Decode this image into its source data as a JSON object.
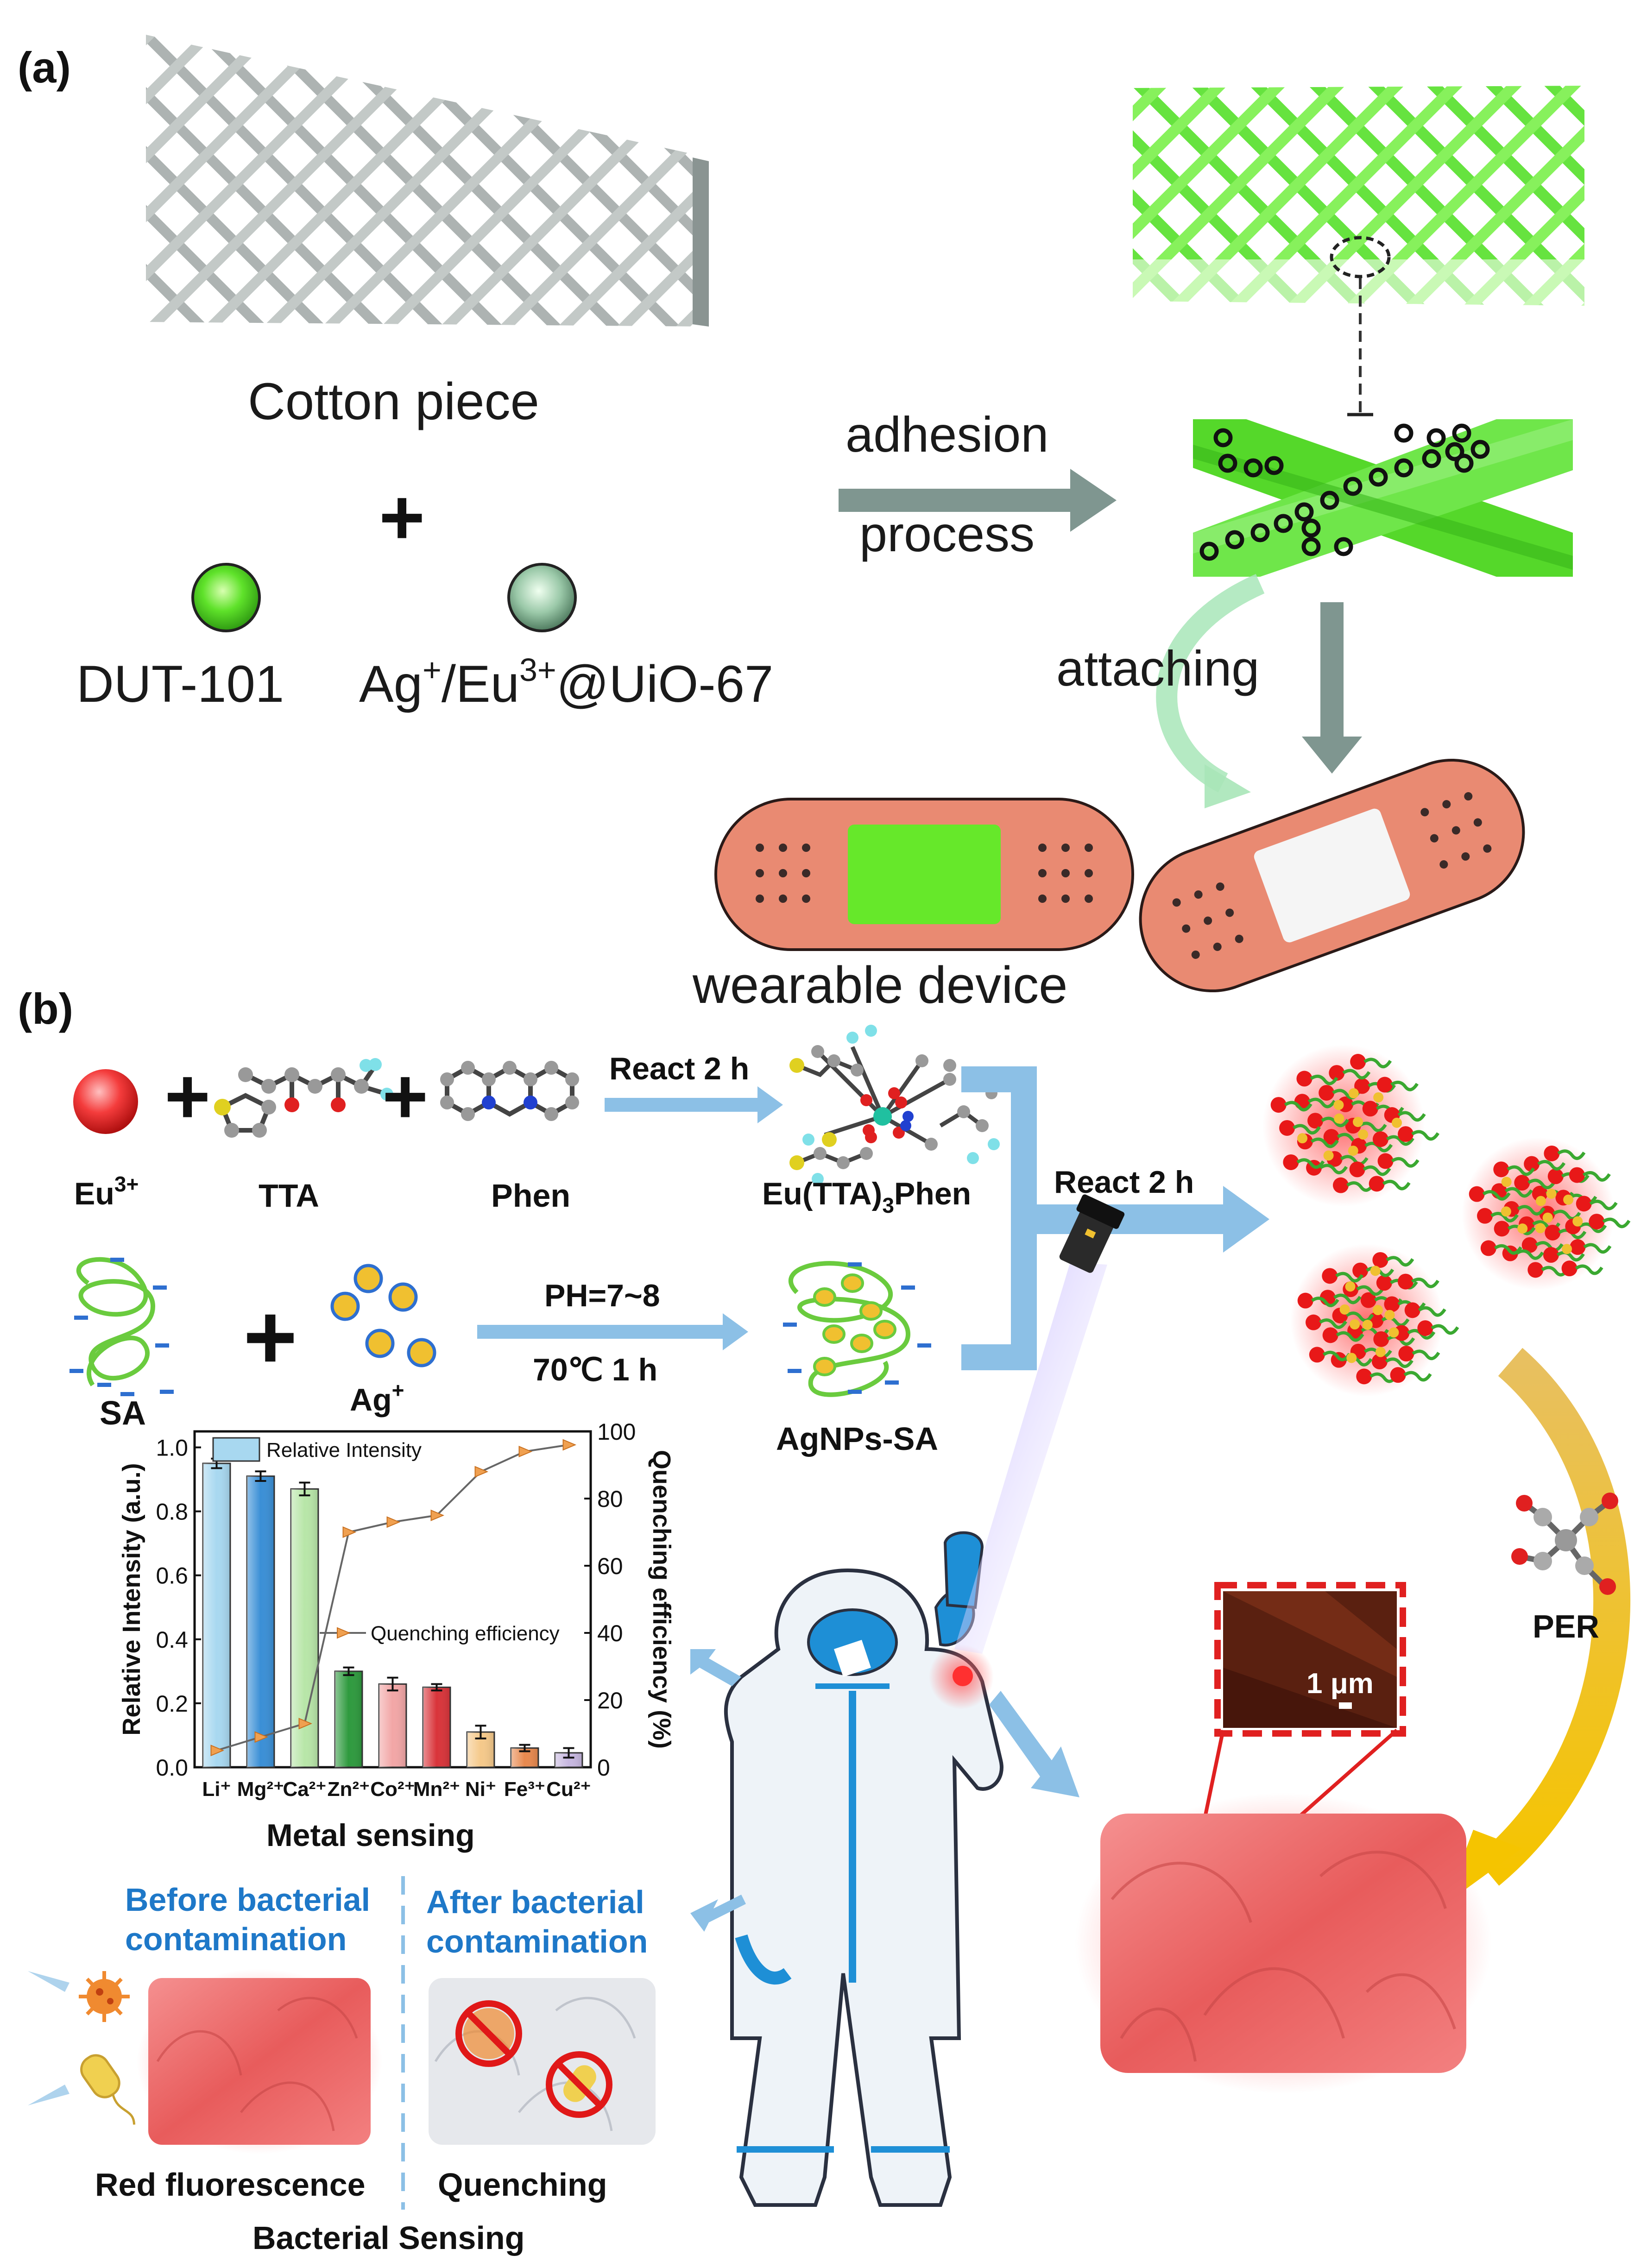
{
  "panel_a": {
    "label": "(a)",
    "cotton_piece": "Cotton piece",
    "plus": "+",
    "dut101": "DUT-101",
    "ag_eu_uio": {
      "pre": "Ag",
      "sup1": "+",
      "mid": "/Eu",
      "sup2": "3+",
      "post": "@UiO-67"
    },
    "adhesion_line1": "adhesion",
    "adhesion_line2": "process",
    "attaching": "attaching",
    "wearable_device": "wearable device"
  },
  "panel_b": {
    "label": "(b)",
    "eu_label": {
      "pre": "Eu",
      "sup": "3+"
    },
    "tta_label": "TTA",
    "phen_label": "Phen",
    "react_2h_first": "React 2 h",
    "complex_label": {
      "pre": "Eu(TTA)",
      "sub": "3",
      "post": "Phen"
    },
    "react_2h_second": "React 2 h",
    "sa_label": "SA",
    "ag_label": {
      "pre": "Ag",
      "sup": "+"
    },
    "ph_label": "PH=7~8",
    "temp_label": "70℃  1 h",
    "agnps_label": "AgNPs-SA",
    "per_label": "PER",
    "scale_label": "1 μm",
    "metal_sensing": "Metal sensing",
    "before_line1": "Before bacterial",
    "before_line2": "contamination",
    "after_line1": "After bacterial",
    "after_line2": "contamination",
    "red_fluorescence": "Red fluorescence",
    "quenching": "Quenching",
    "bacterial_sensing": "Bacterial Sensing"
  },
  "chart_data": {
    "type": "bar",
    "categories": [
      "Li⁺",
      "Mg²⁺",
      "Ca²⁺",
      "Zn²⁺",
      "Co²⁺",
      "Mn²⁺",
      "Ni⁺",
      "Fe³⁺",
      "Cu²⁺"
    ],
    "series": [
      {
        "name": "Relative Intensity",
        "values": [
          0.95,
          0.91,
          0.87,
          0.3,
          0.26,
          0.25,
          0.11,
          0.06,
          0.045
        ],
        "errors": [
          0.015,
          0.015,
          0.02,
          0.012,
          0.02,
          0.01,
          0.02,
          0.01,
          0.015
        ],
        "axis": "left"
      },
      {
        "name": "Quenching efficiency",
        "values": [
          5,
          9,
          13,
          70,
          73,
          75,
          88,
          94,
          96
        ],
        "axis": "right"
      }
    ],
    "bar_colors": [
      "#a8d8f0",
      "#3a8fd6",
      "#b8e6a8",
      "#2e9a3e",
      "#f2a6a6",
      "#d9343a",
      "#f5c98a",
      "#e8894e",
      "#c7b7e0"
    ],
    "ylabel": "Relative Intensity (a.u.)",
    "y2label": "Quenching efficiency (%)",
    "xlabel": "Metal sensing",
    "ylim": [
      0,
      1.05
    ],
    "y2lim": [
      0,
      100
    ],
    "yticks": [
      "0.0",
      "0.2",
      "0.4",
      "0.6",
      "0.8",
      "1.0"
    ],
    "y2ticks": [
      "0",
      "20",
      "40",
      "60",
      "80",
      "100"
    ],
    "legend": [
      "Relative Intensity",
      "Quenching efficiency"
    ]
  },
  "colors": {
    "green": "#4fe02a",
    "red": "#f04040",
    "arrow_grey": "#7f9690",
    "arrow_blue": "#8cc0e6",
    "salmon": "#e98a72",
    "gold": "#f0c030"
  }
}
